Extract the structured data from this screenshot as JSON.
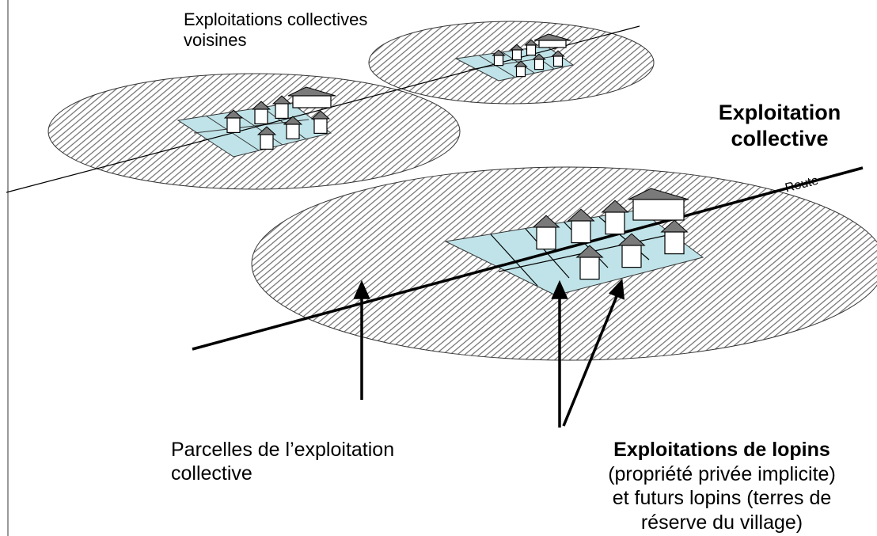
{
  "labels": {
    "neighbors_line1": "Exploitations collectives",
    "neighbors_line2": "voisines",
    "main_line1": "Exploitation",
    "main_line2": "collective",
    "route": "Route",
    "parcels_line1": "Parcelles de l’exploitation",
    "parcels_line2": "collective",
    "plots_title": "Exploitations de lopins",
    "plots_line1": "(propriété privée implicite)",
    "plots_line2": "et futurs lopins (terres de",
    "plots_line3": "réserve du village)"
  },
  "colors": {
    "hatch": "#6e6e6e",
    "ellipse_fill": "#ffffff",
    "village_plots": "#bfe3e8",
    "roof": "#7a7a7a",
    "house_wall": "#ffffff",
    "stroke": "#000000",
    "frame": "#9a9a9a"
  }
}
